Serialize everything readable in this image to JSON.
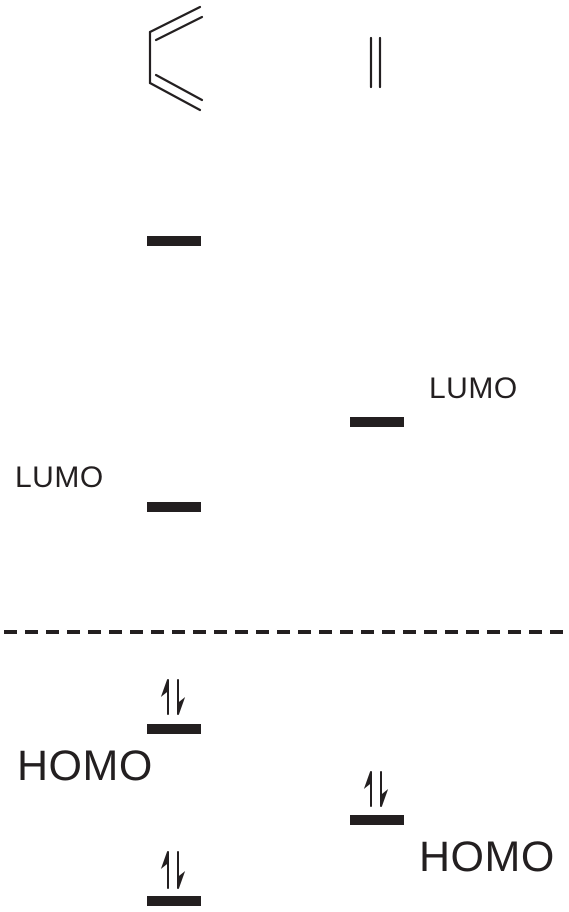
{
  "diene": {
    "lumo_label": "LUMO",
    "homo_label": "HOMO"
  },
  "dienophile": {
    "lumo_label": "LUMO",
    "homo_label": "HOMO"
  },
  "colors": {
    "ink": "#231f20",
    "background": "#ffffff"
  }
}
